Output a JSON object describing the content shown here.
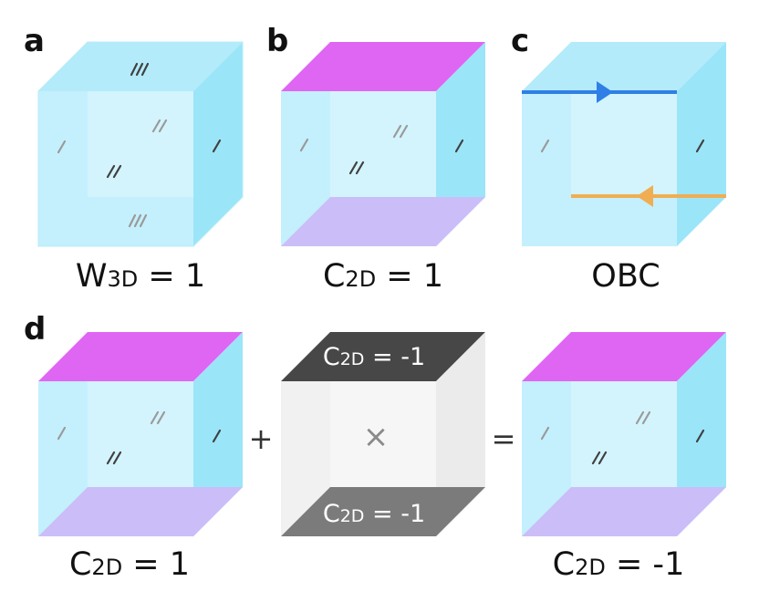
{
  "panels": {
    "a": {
      "label": "a",
      "caption": {
        "main": "W",
        "sub": "3D",
        "rest": " = 1"
      }
    },
    "b": {
      "label": "b",
      "caption": {
        "main": "C",
        "sub": "2D",
        "rest": " = 1"
      }
    },
    "c": {
      "label": "c",
      "caption": {
        "main": "OBC",
        "sub": "",
        "rest": ""
      }
    },
    "d": {
      "label": "d",
      "left_caption": {
        "main": "C",
        "sub": "2D",
        "rest": " = 1"
      },
      "right_caption": {
        "main": "C",
        "sub": "2D",
        "rest": " = -1"
      },
      "plus": "+",
      "equals": "=",
      "middle_top": {
        "main": "C",
        "sub": "2D",
        "rest": " = -1"
      },
      "middle_bottom": {
        "main": "C",
        "sub": "2D",
        "rest": " = -1"
      },
      "middle_mark": "×"
    }
  },
  "colors": {
    "cube_face": "#c4f0fd",
    "cube_side": "#9be5f9",
    "top_surface": "#df66f3",
    "bottom_surface": "#cbbdf8",
    "edge_state_top": "#2f7fe6",
    "edge_state_bottom": "#f0ad52",
    "middle_block": "#f1f1f1",
    "middle_top_band": "#474747",
    "middle_bottom_band": "#7b7b7b"
  }
}
